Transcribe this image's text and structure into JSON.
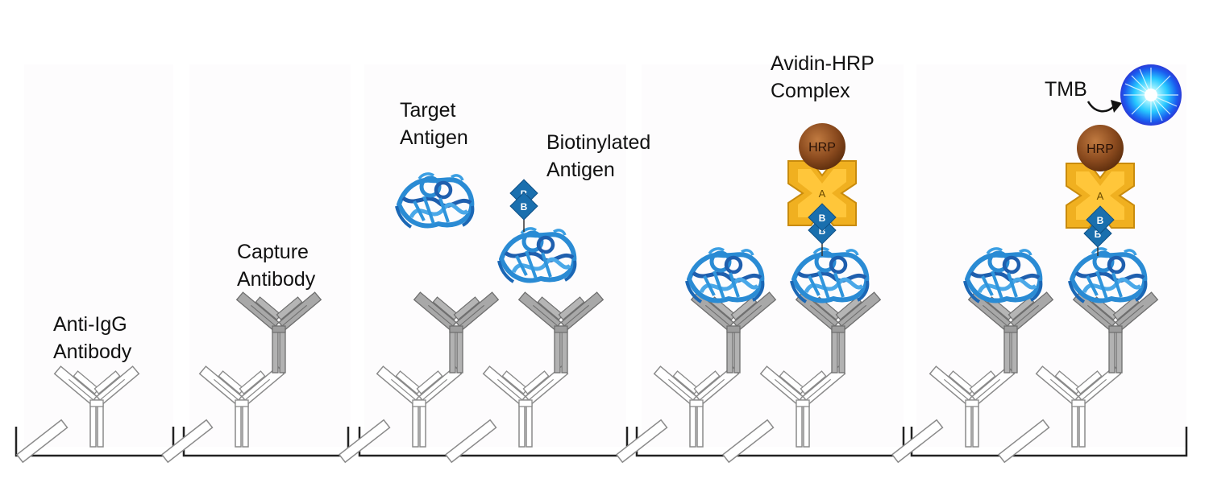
{
  "labels": {
    "anti_igg": [
      "Anti-IgG",
      "Antibody"
    ],
    "capture": [
      "Capture",
      "Antibody"
    ],
    "target": [
      "Target",
      "Antigen"
    ],
    "biotinylated": [
      "Biotinylated",
      "Antigen"
    ],
    "avidin_hrp": [
      "Avidin-HRP",
      "Complex"
    ],
    "tmb": "TMB"
  },
  "glyphs": {
    "hrp": "HRP",
    "avidin": "A",
    "biotin": "B"
  },
  "colors": {
    "outline_antibody": "#8a8a8a",
    "capture_antibody": "#8f8f8f",
    "antigen": "#2a8bd4",
    "biotin": "#1a6fae",
    "avidin": "#f0b020",
    "hrp": "#8a4a1e",
    "tmb_glow": "#27c8ff",
    "well_line": "#222222"
  },
  "icons": [
    "well-bracket",
    "antibody-outline-icon",
    "capture-antibody-icon",
    "antigen-icon",
    "biotin-icon",
    "avidin-icon",
    "hrp-icon",
    "arrow-icon",
    "tmb-glow-icon"
  ]
}
